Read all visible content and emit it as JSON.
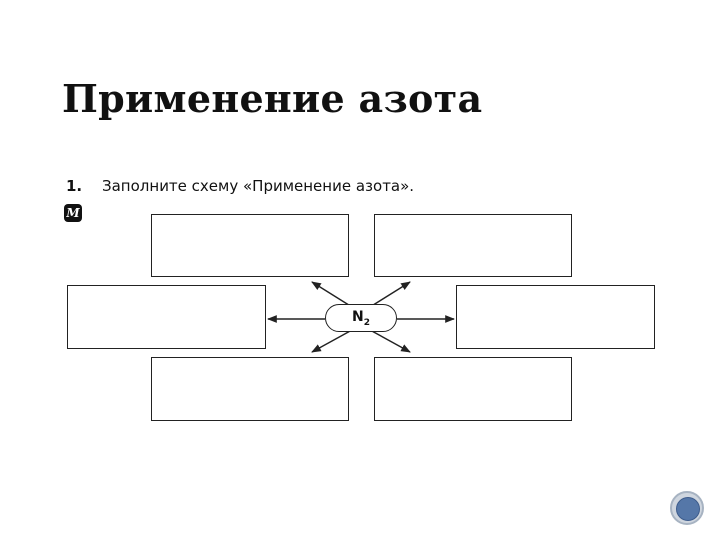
{
  "slide": {
    "title": "Применение азота"
  },
  "task": {
    "number": "1.",
    "text": "Заполните схему «Применение азота».",
    "badge_letter": "М"
  },
  "diagram": {
    "center_label": "N",
    "center_subscript": "2",
    "boxes": [
      "",
      "",
      "",
      "",
      "",
      ""
    ]
  },
  "nav": {
    "icon": "circle-button-icon",
    "accent": "#5577a8"
  }
}
